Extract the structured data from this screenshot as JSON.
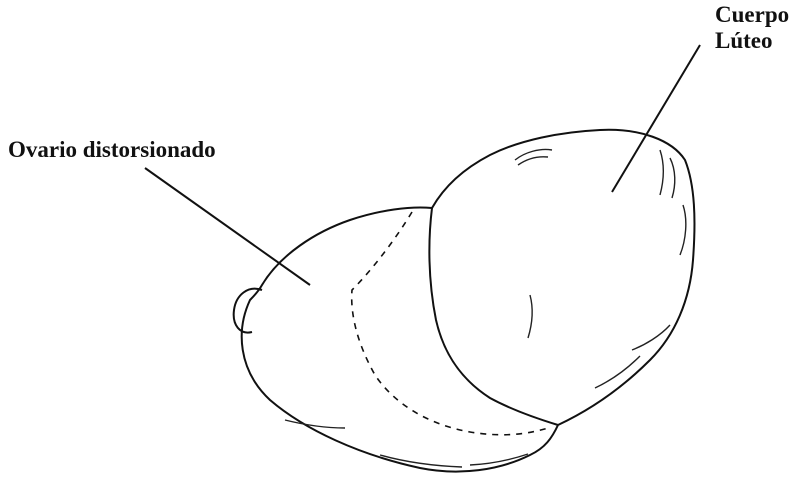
{
  "labels": {
    "ovario": "Ovario distorsionado",
    "cuerpo_line1": "Cuerpo",
    "cuerpo_line2": "Lúteo"
  },
  "colors": {
    "ink": "#111111",
    "background": "#ffffff"
  }
}
